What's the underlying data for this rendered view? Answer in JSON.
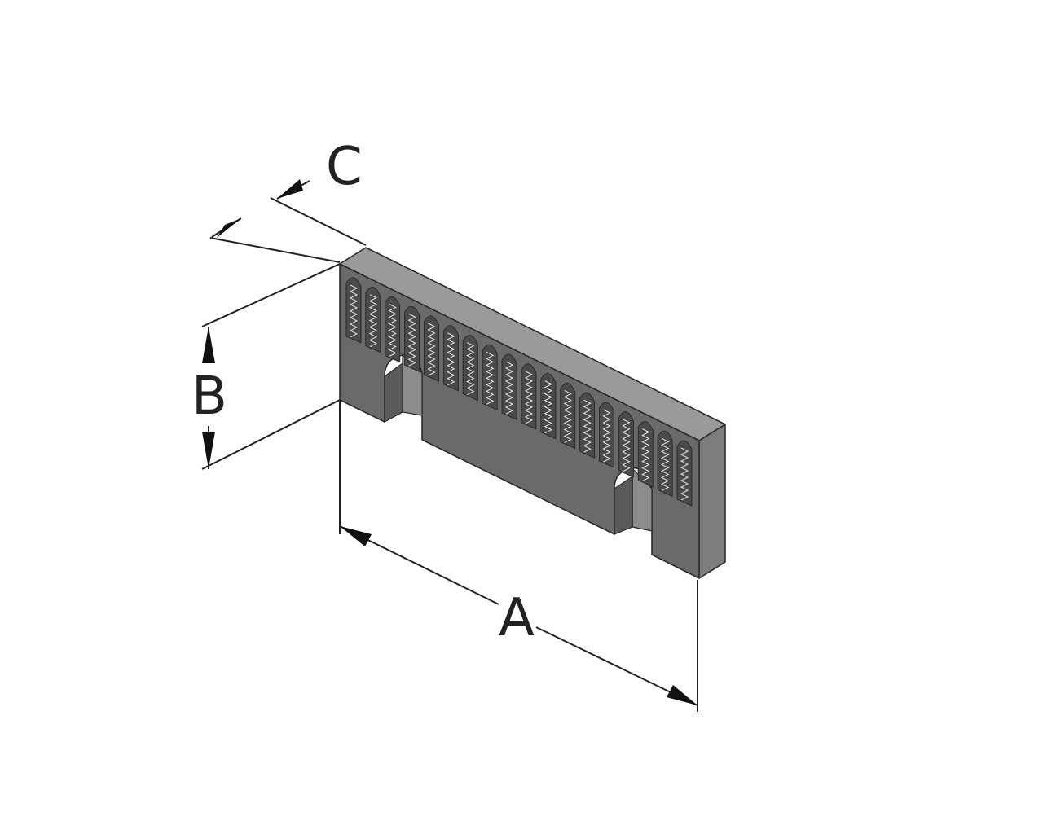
{
  "dimensions": {
    "a": "A",
    "b": "B",
    "c": "C"
  },
  "colors": {
    "top_face": "#9a9a9a",
    "front_face": "#6a6a6a",
    "side_face": "#7d7d7d",
    "slot_inner": "#8c8c8c",
    "line": "#222222"
  }
}
